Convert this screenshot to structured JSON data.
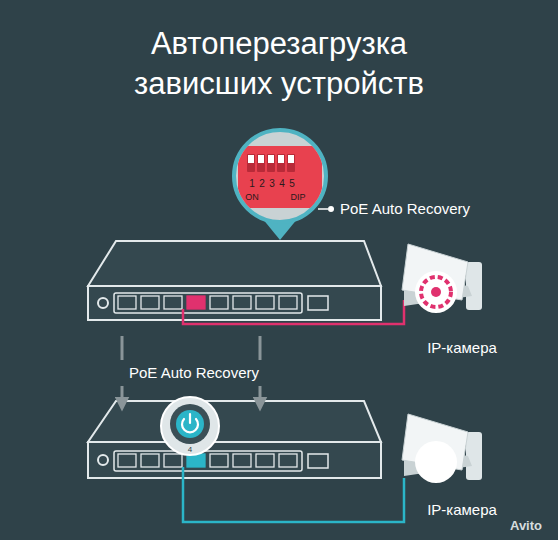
{
  "diagram": {
    "title": "Автоперезагрузка зависших устройств",
    "labels": [
      "1",
      "2",
      "3",
      "4",
      "5",
      "ON",
      "DIP",
      "PoE Auto Recovery",
      "IP-камера",
      "PoE Auto Recovery",
      "4",
      "IP-камера",
      "Avito"
    ]
  }
}
